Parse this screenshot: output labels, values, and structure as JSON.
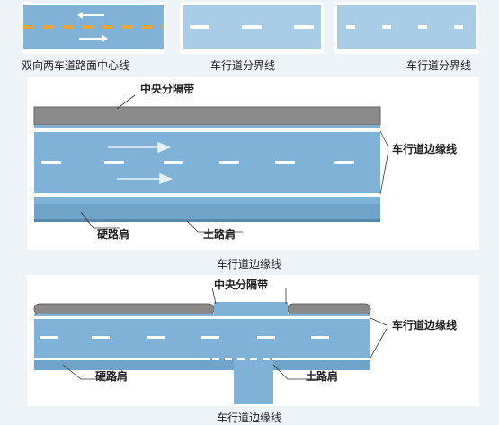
{
  "top_row": {
    "captions": [
      "双向两车道路面中心线",
      "车行道分界线",
      "车行道分界线"
    ]
  },
  "diagram1": {
    "labels": {
      "median": "中央分隔带",
      "edge_line": "车行道边缘线",
      "hard_shoulder": "硬路肩",
      "soil_shoulder": "土路肩"
    },
    "caption": "车行道边缘线"
  },
  "diagram2": {
    "labels": {
      "median": "中央分隔带",
      "edge_line": "车行道边缘线",
      "hard_shoulder": "硬路肩",
      "soil_shoulder": "土路肩"
    },
    "caption": "车行道边缘线"
  },
  "colors": {
    "road": "#7fb2d6",
    "road_light": "#a9cde6",
    "median": "#8a8a8a",
    "yellow_line": "#e8a53a",
    "white_line": "#ffffff",
    "background": "#eef3f7"
  }
}
